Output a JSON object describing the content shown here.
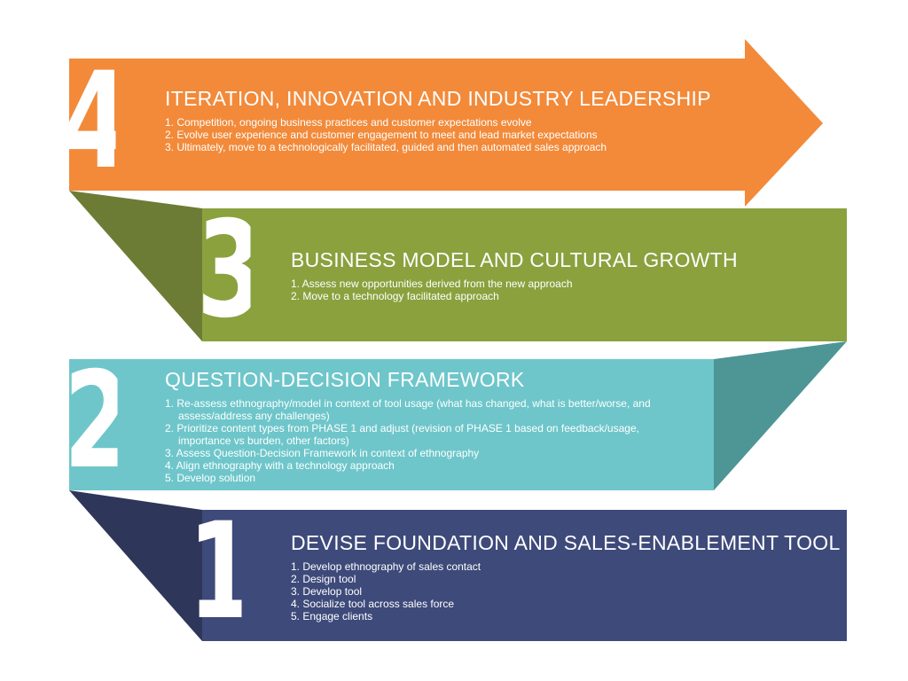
{
  "phases": [
    {
      "number": "4",
      "title": "ITERATION, INNOVATION AND INDUSTRY LEADERSHIP",
      "items": [
        "1. Competition, ongoing business practices and customer expectations evolve",
        "2. Evolve user experience and customer engagement to meet and lead market expectations",
        "3. Ultimately, move to a technologically facilitated, guided and then automated sales approach"
      ],
      "color": "#F28A3A"
    },
    {
      "number": "3",
      "title": "BUSINESS MODEL AND CULTURAL GROWTH",
      "items": [
        "1. Assess new opportunities derived from the new approach",
        "2. Move to a technology facilitated approach"
      ],
      "color": "#8AA13E",
      "fold_color": "#6C7C35"
    },
    {
      "number": "2",
      "title": "QUESTION-DECISION FRAMEWORK",
      "items": [
        "1. Re-assess ethnography/model in context of tool usage (what has changed, what is better/worse, and assess/address any challenges)",
        "2. Prioritize content types from PHASE 1 and adjust (revision of PHASE 1 based on feedback/usage, importance vs burden, other factors)",
        "3. Assess Question-Decision Framework in context of ethnography",
        "4. Align ethnography with a technology approach",
        "5. Develop solution"
      ],
      "color": "#6EC6CA",
      "fold_color": "#4E9596"
    },
    {
      "number": "1",
      "title": "DEVISE FOUNDATION AND SALES-ENABLEMENT TOOL",
      "items": [
        "1. Develop ethnography of sales contact",
        "2. Design tool",
        "3. Develop tool",
        "4. Socialize tool across sales force",
        "5. Engage clients"
      ],
      "color": "#3E4A7A",
      "fold_color": "#2E3659"
    }
  ]
}
